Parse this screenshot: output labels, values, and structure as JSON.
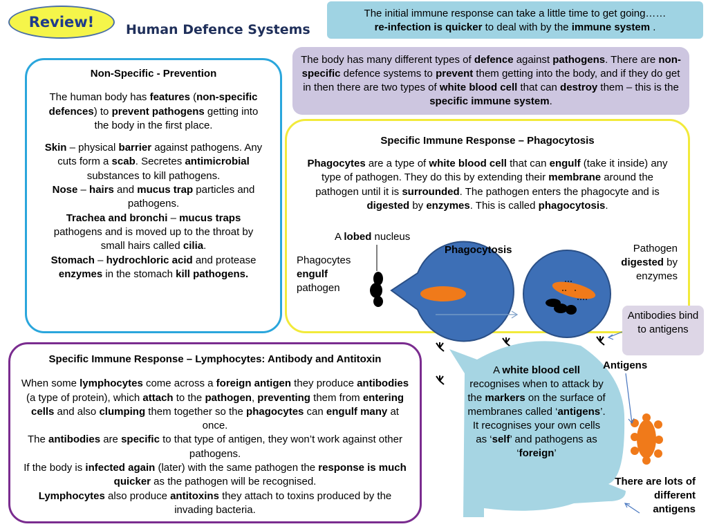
{
  "review_label": "Review!",
  "title": "Human Defence Systems",
  "top_note": {
    "line1": "The initial immune response can take a little time to get going……",
    "line2_b1": "re-infection is quicker",
    "line2_t1": " to deal with by the ",
    "line2_b2": "immune system",
    "line2_t2": " ."
  },
  "overview": {
    "t1": "The body has many different types of ",
    "b1": "defence",
    "t2": " against ",
    "b2": "pathogens",
    "t3": ". There are ",
    "b3": "non-specific",
    "t4": " defence systems to ",
    "b4": "prevent",
    "t5": " them getting into the body, and if they do get in then there are two types of ",
    "b5": "white blood cell",
    "t6": " that can ",
    "b6": "destroy",
    "t7": " them – this is the ",
    "b7": "specific immune system",
    "t8": "."
  },
  "non_specific": {
    "heading": "Non-Specific - Prevention",
    "intro": {
      "t1": "The human body has ",
      "b1": "features",
      "t2": " (",
      "b2": "non-specific defences",
      "t3": ") to ",
      "b3": "prevent pathogens",
      "t4": " getting into the body in the first place."
    },
    "skin": {
      "b1": "Skin",
      "t1": " – physical ",
      "b2": "barrier",
      "t2": " against pathogens. Any cuts form a ",
      "b3": "scab",
      "t3": ". Secretes ",
      "b4": "antimicrobial",
      "t4": " substances to kill pathogens."
    },
    "nose": {
      "b1": "Nose",
      "t1": " – ",
      "b2": "hairs",
      "t2": " and ",
      "b3": "mucus trap",
      "t3": " particles and pathogens."
    },
    "trachea": {
      "b1": "Trachea and bronchi",
      "t1": " – ",
      "b2": "mucus traps",
      "t2": " pathogens and is moved up to the throat by small hairs called ",
      "b3": "cilia",
      "t3": "."
    },
    "stomach": {
      "b1": "Stomach",
      "t1": " – ",
      "b2": "hydrochloric acid",
      "t2": " and protease ",
      "b3": "enzymes",
      "t3": " in the stomach ",
      "b4": "kill pathogens."
    }
  },
  "phagocytosis": {
    "heading": "Specific Immune Response – Phagocytosis",
    "text": {
      "b1": "Phagocytes",
      "t1": " are a type of ",
      "b2": "white blood cell",
      "t2": " that can ",
      "b3": "engulf",
      "t3": " (take it inside) any type of pathogen. They do this by extending their ",
      "b4": "membrane",
      "t4": " around the pathogen until it is ",
      "b5": "surrounded",
      "t5": ". The pathogen enters the phagocyte and is ",
      "b6": "digested",
      "t6": " by ",
      "b7": "enzymes",
      "t7": ". This  is called ",
      "b8": "phagocytosis",
      "t8": "."
    },
    "lobed_t": "A ",
    "lobed_b": "lobed",
    "lobed_t2": " nucleus",
    "diagram_label": "Phagocytosis",
    "engulf_t1": "Phagocytes",
    "engulf_b": "engulf",
    "engulf_t2": "pathogen",
    "digest_t1": "Pathogen",
    "digest_b": "digested",
    "digest_t2": " by",
    "digest_t3": "enzymes"
  },
  "lymphocytes": {
    "heading": "Specific Immune Response – Lymphocytes: Antibody and Antitoxin",
    "p1": {
      "t1": "When some ",
      "b1": "lymphocytes",
      "t2": " come across a ",
      "b2": "foreign antigen",
      "t3": " they produce ",
      "b3": "antibodies",
      "t4": " (a type of protein), which ",
      "b4": "attach",
      "t5": " to the ",
      "b5": "pathogen",
      "t6": ", ",
      "b6": "preventing",
      "t7": " them from ",
      "b7": "entering cells",
      "t8": " and also ",
      "b8": "clumping",
      "t9": " them together so the ",
      "b9": "phagocytes",
      "t10": " can ",
      "b10": "engulf many",
      "t11": " at once."
    },
    "p2": {
      "t1": "The ",
      "b1": "antibodies",
      "t2": " are ",
      "b2": "specific",
      "t3": " to that type of antigen, they won’t work against other pathogens."
    },
    "p3": {
      "t1": "If the body is ",
      "b1": "infected again",
      "t2": " (later) with the same pathogen the ",
      "b2": "response is much quicker",
      "t3": " as the pathogen will be recognised."
    },
    "p4": {
      "b1": "Lymphocytes",
      "t1": " also produce ",
      "b2": "antitoxins",
      "t2": " they attach to toxins produced by the invading bacteria."
    }
  },
  "wbc": {
    "t1": "A ",
    "b1": "white blood cell",
    "t2": " recognises when to attack by the ",
    "b2": "markers",
    "t3": " on the surface of membranes called ‘",
    "b3": "antigens",
    "t4": "’. It recognises your own cells as ‘",
    "b4": "self",
    "t5": "’ and pathogens as ‘",
    "b5": "foreign",
    "t6": "’"
  },
  "antibodies_note": "Antibodies bind to antigens",
  "antigens_label": "Antigens",
  "lots_label": "There are  lots of different antigens",
  "colors": {
    "phagocyte_blue": "#3d6fb6",
    "pathogen_orange": "#f07a1a",
    "wbc_cyan": "#a6d5e3",
    "nonspecific_border": "#2aa6dc",
    "phagocytosis_border": "#f2ea3a",
    "lymphocyte_border": "#7a2c8f"
  }
}
